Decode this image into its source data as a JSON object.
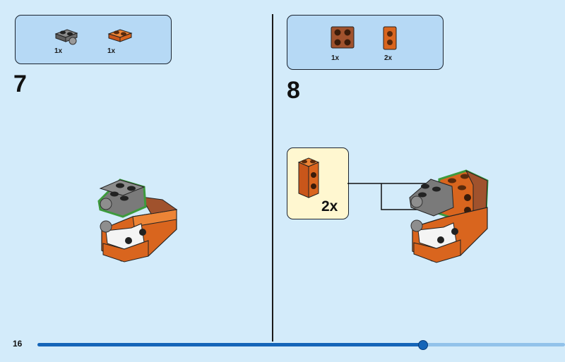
{
  "page": {
    "number": "16"
  },
  "progress": {
    "fraction": 0.731
  },
  "step7": {
    "number": "7",
    "parts": [
      {
        "qty": "1x",
        "icon": "gray-plate-with-ball-joint-icon",
        "color": "#6e6e6e"
      },
      {
        "qty": "1x",
        "icon": "orange-plate-1x2-icon",
        "color": "#d9651e"
      }
    ]
  },
  "step8": {
    "number": "8",
    "parts": [
      {
        "qty": "1x",
        "icon": "reddish-brown-plate-2x2-icon",
        "color": "#a0522d"
      },
      {
        "qty": "2x",
        "icon": "orange-brick-1x1-side-studs-icon",
        "color": "#d9651e"
      }
    ],
    "callout": {
      "qty": "2x",
      "icon": "orange-brick-side-studs-icon"
    }
  },
  "colors": {
    "background": "#d3ebfa",
    "parts_box": "#b6d9f5",
    "callout_box": "#fff7d0",
    "progress": "#1565b8",
    "highlight": "#3d9a3d"
  }
}
